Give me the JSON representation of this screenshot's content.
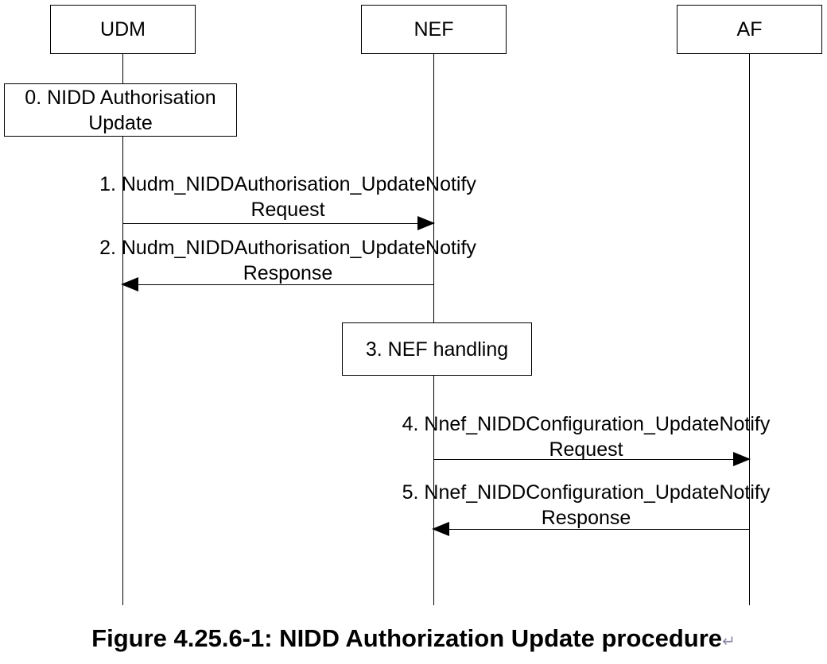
{
  "participants": {
    "udm": "UDM",
    "nef": "NEF",
    "af": "AF"
  },
  "steps": {
    "s0": {
      "line1": "0. NIDD Authorisation",
      "line2": "Update"
    },
    "s1": {
      "line1": "1. Nudm_NIDDAuthorisation_UpdateNotify",
      "line2": "Request"
    },
    "s2": {
      "line1": "2. Nudm_NIDDAuthorisation_UpdateNotify",
      "line2": "Response"
    },
    "s3": {
      "line1": "3. NEF handling"
    },
    "s4": {
      "line1": "4. Nnef_NIDDConfiguration_UpdateNotify",
      "line2": "Request"
    },
    "s5": {
      "line1": "5. Nnef_NIDDConfiguration_UpdateNotify",
      "line2": "Response"
    }
  },
  "caption": {
    "text": "Figure 4.25.6-1: NIDD Authorization Update procedure",
    "return_mark": "↵"
  }
}
